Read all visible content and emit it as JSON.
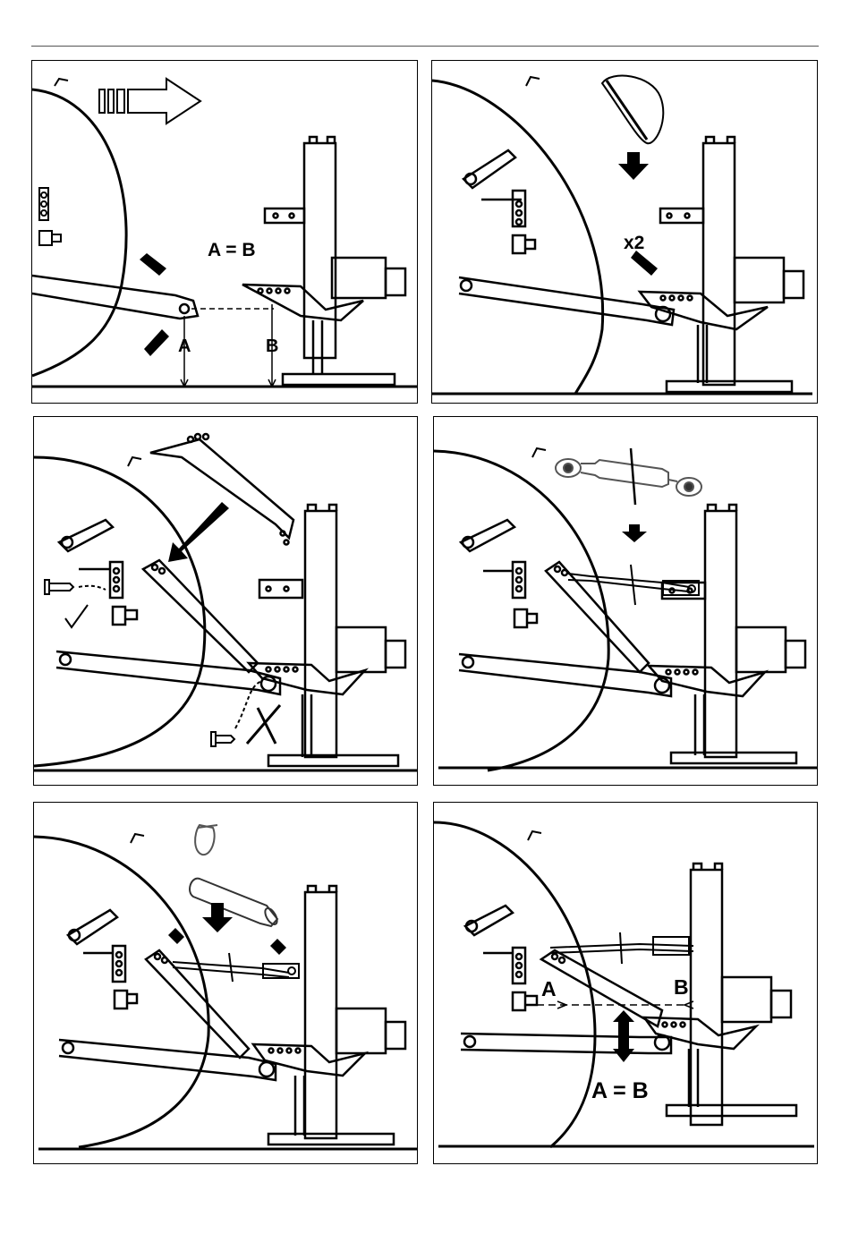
{
  "panels": [
    {
      "id": "step-1",
      "labels": {
        "eq": "A = B",
        "a": "A",
        "b": "B"
      }
    },
    {
      "id": "step-2",
      "labels": {
        "count": "x2"
      }
    },
    {
      "id": "step-3",
      "labels": {}
    },
    {
      "id": "step-4",
      "labels": {}
    },
    {
      "id": "step-5",
      "labels": {}
    },
    {
      "id": "step-6",
      "labels": {
        "a": "A",
        "b": "B",
        "eq": "A = B"
      }
    }
  ]
}
